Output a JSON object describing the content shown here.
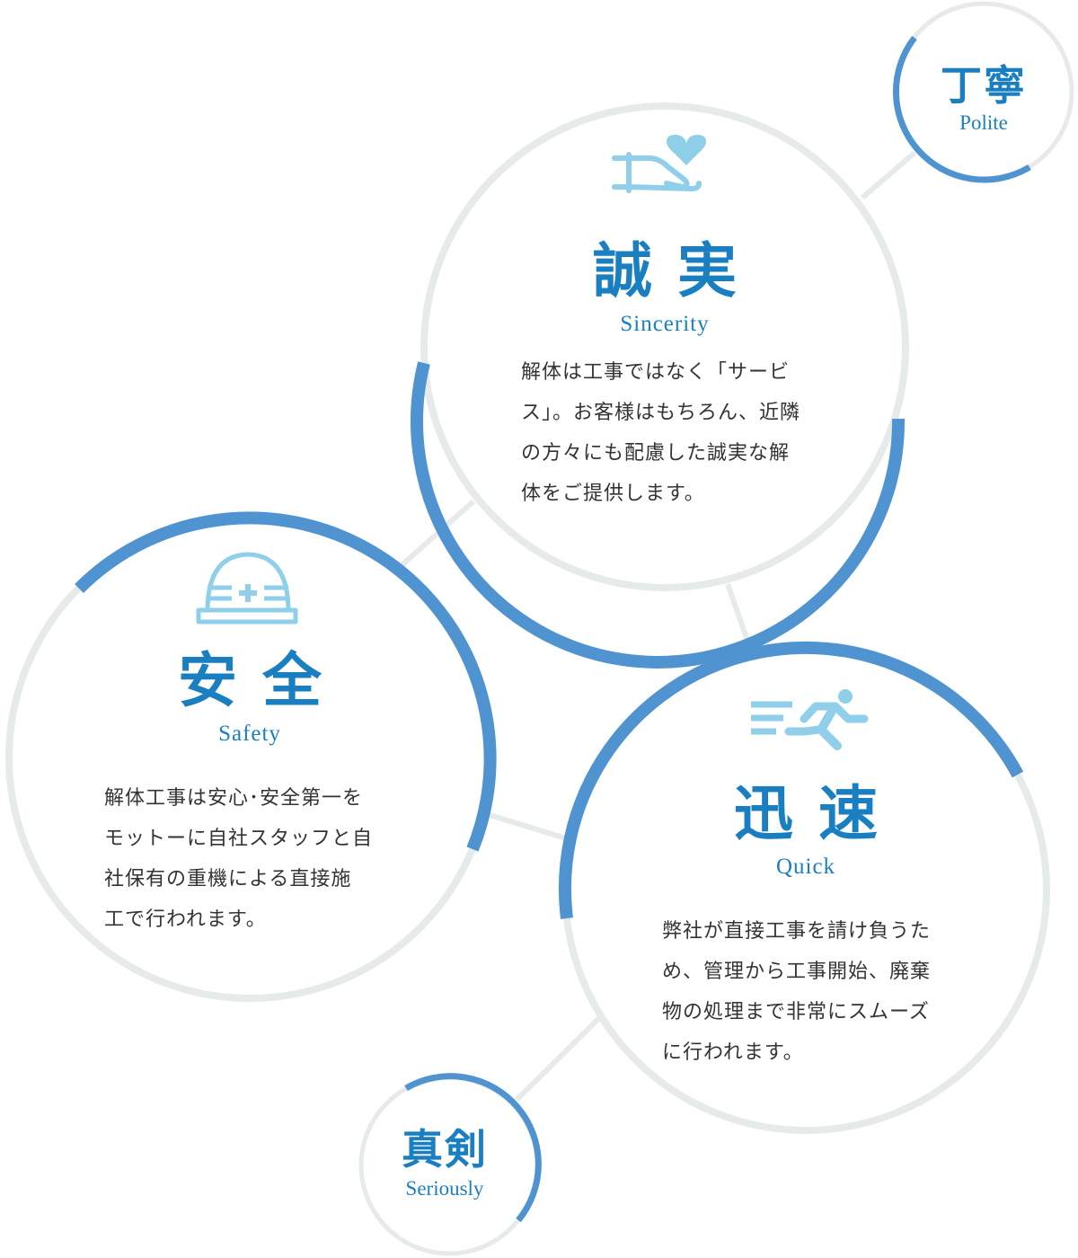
{
  "colors": {
    "arc_blue": "#4f94d0",
    "ring_grey": "#e6eaea",
    "title_blue": "#1a7fc1",
    "icon_light_blue": "#8fcfea",
    "body_text": "#333333"
  },
  "values": [
    {
      "id": "sincerity",
      "icon": "hand-heart-icon",
      "title_jp": "誠実",
      "title_en": "Sincerity",
      "description_lines": [
        "解体は工事ではなく「サービ",
        "ス」。お客様はもちろん、近隣",
        "の方々にも配慮した誠実な解",
        "体をご提供します。"
      ]
    },
    {
      "id": "safety",
      "icon": "helmet-icon",
      "title_jp": "安全",
      "title_en": "Safety",
      "description_lines": [
        "解体工事は安心･安全第一を",
        "モットーに自社スタッフと自",
        "社保有の重機による直接施",
        "工で行われます。"
      ]
    },
    {
      "id": "quick",
      "icon": "running-person-icon",
      "title_jp": "迅速",
      "title_en": "Quick",
      "description_lines": [
        "弊社が直接工事を請け負うた",
        "め、管理から工事開始、廃棄",
        "物の処理まで非常にスムーズ",
        "に行われます。"
      ]
    },
    {
      "id": "polite",
      "title_jp": "丁寧",
      "title_en": "Polite"
    },
    {
      "id": "seriously",
      "title_jp": "真剣",
      "title_en": "Seriously"
    }
  ]
}
